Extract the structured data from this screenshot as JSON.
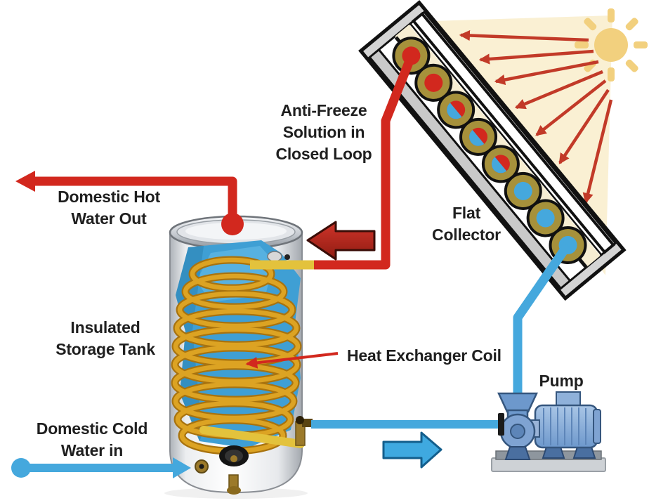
{
  "diagram": {
    "labels": {
      "anti_freeze": {
        "line1": "Anti-Freeze",
        "line2": "Solution in",
        "line3": "Closed Loop"
      },
      "hot_out": {
        "line1": "Domestic Hot",
        "line2": "Water Out"
      },
      "collector": {
        "line1": "Flat",
        "line2": "Collector"
      },
      "tank": {
        "line1": "Insulated",
        "line2": "Storage Tank"
      },
      "coil": {
        "text": "Heat Exchanger Coil"
      },
      "pump": {
        "text": "Pump"
      },
      "cold_in": {
        "line1": "Domestic Cold",
        "line2": "Water in"
      }
    },
    "colors": {
      "hot": "#d2281e",
      "hot_dark": "#a81e15",
      "cold": "#45a8dd",
      "sun": "#f2d07e",
      "beam": "#faf0d3",
      "ray_arrow": "#c23a28",
      "pipe_yellow": "#e3c23c",
      "tube_ring": "#a6913b",
      "coil_gold_dark": "#a8730f",
      "coil_gold": "#dca323",
      "cutaway_blue": "#3f9fd4",
      "text": "#1f1f1f"
    },
    "icons": {
      "sun-icon": "disc with 8 rectangular rays",
      "solar-radiation-arrow": "thin red arrow",
      "flow-arrow-hot": "dark red block arrow left",
      "flow-arrow-cold": "blue block arrow right"
    }
  }
}
